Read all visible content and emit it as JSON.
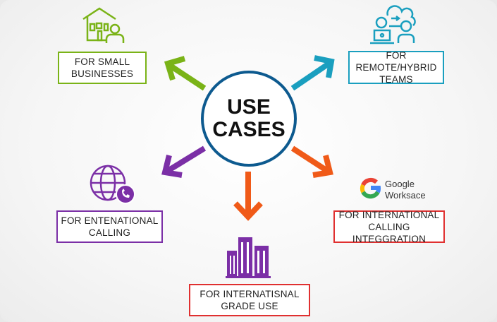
{
  "center": {
    "label": "USE\nCASES",
    "color": "#0d5a8f"
  },
  "use_cases": [
    {
      "label": "FOR SMALL\nBUSINESSES",
      "icon": "house-person-icon",
      "color": "#7ab317"
    },
    {
      "label": "FOR REMOTE/HYBRID\nTEAMS",
      "icon": "remote-team-cloud-icon",
      "color": "#1a9fbf"
    },
    {
      "label": "FOR ENTENATIONAL\nCALLING",
      "icon": "globe-phone-icon",
      "color": "#7b2fa6"
    },
    {
      "label": "FOR INTERNATIONAL\nCALLING INTEGGRATION",
      "icon": "google-g-icon",
      "color": "#e03030"
    },
    {
      "label": "FOR INTERNATISNAL\nGRADE USE",
      "icon": "office-buildings-icon",
      "color": "#e03030"
    }
  ],
  "google_logo_text": "Google\nWorksace",
  "arrow_colors": {
    "green": "#7ab317",
    "teal": "#1a9fbf",
    "purple": "#7b2fa6",
    "orange": "#f05a18"
  }
}
